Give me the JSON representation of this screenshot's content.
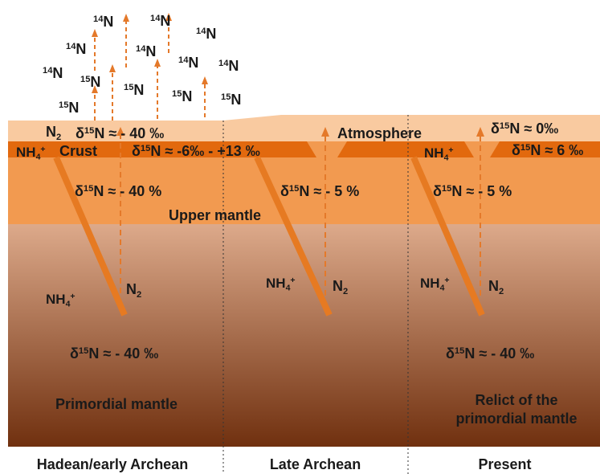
{
  "colors": {
    "atmosphere": "#f9caa0",
    "crust": "#e2690e",
    "upper_mantle": "#f29a50",
    "primordial_top": "#ddaa8b",
    "primordial_bottom": "#70300f",
    "slab": "#e67a22",
    "arrow": "#e4792a",
    "text": "#1a1a1a"
  },
  "species": {
    "n": "N",
    "iso14": "14",
    "iso15": "15",
    "nh": "NH",
    "nh_sub": "4",
    "plus": "+",
    "n2": "N",
    "n2_sub": "2"
  },
  "delta": {
    "symbol": "δ",
    "iso": "15",
    "n": "N"
  },
  "values": {
    "hadean_atmo": " ≈ - 40 ‰",
    "crust_range": " ≈ -6‰ - +13 ‰",
    "hadean_upper": " ≈ - 40 %",
    "late_upper": " ≈ - 5 %",
    "present_atmo": " ≈ 0‰",
    "present_crust": " ≈ 6 ‰",
    "present_upper": " ≈ - 5 %",
    "hadean_primordial": " ≈ - 40 ‰",
    "present_primordial": " ≈ - 40 ‰"
  },
  "labels": {
    "crust": "Crust",
    "atmosphere": "Atmosphere",
    "upper_mantle": "Upper mantle",
    "primordial_mantle": "Primordial mantle",
    "relict": "Relict of  the primordial mantle"
  },
  "eras": {
    "hadean": "Hadean/early Archean",
    "late": "Late Archean",
    "present": "Present"
  }
}
